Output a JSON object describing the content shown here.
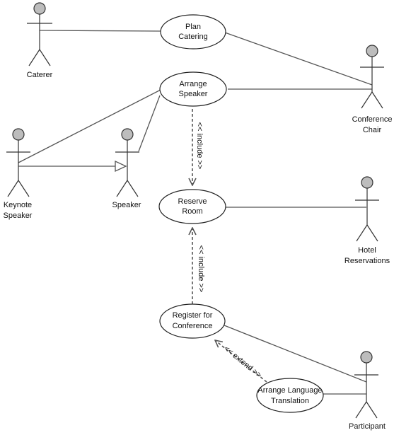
{
  "colors": {
    "line": "#555555",
    "actor_head": "#bdbdbd",
    "usecase_fill": "#ffffff",
    "usecase_stroke": "#222222",
    "background": "#ffffff"
  },
  "actors": {
    "caterer": {
      "label": "Caterer"
    },
    "conference_chair": {
      "line1": "Conference",
      "line2": "Chair"
    },
    "keynote_speaker": {
      "line1": "Keynote",
      "line2": "Speaker"
    },
    "speaker": {
      "label": "Speaker"
    },
    "hotel_reservations": {
      "line1": "Hotel",
      "line2": "Reservations"
    },
    "participant": {
      "label": "Participant"
    }
  },
  "use_cases": {
    "plan_catering": {
      "line1": "Plan",
      "line2": "Catering"
    },
    "arrange_speaker": {
      "line1": "Arrange",
      "line2": "Speaker"
    },
    "reserve_room": {
      "line1": "Reserve",
      "line2": "Room"
    },
    "register_for_conference": {
      "line1": "Register for",
      "line2": "Conference"
    },
    "arrange_language_translation": {
      "line1": "Arrange Language",
      "line2": "Translation"
    }
  },
  "relationships": {
    "include_top": "<< include >>",
    "include_bottom": "<< include >>",
    "extend": "<< extend >>"
  }
}
